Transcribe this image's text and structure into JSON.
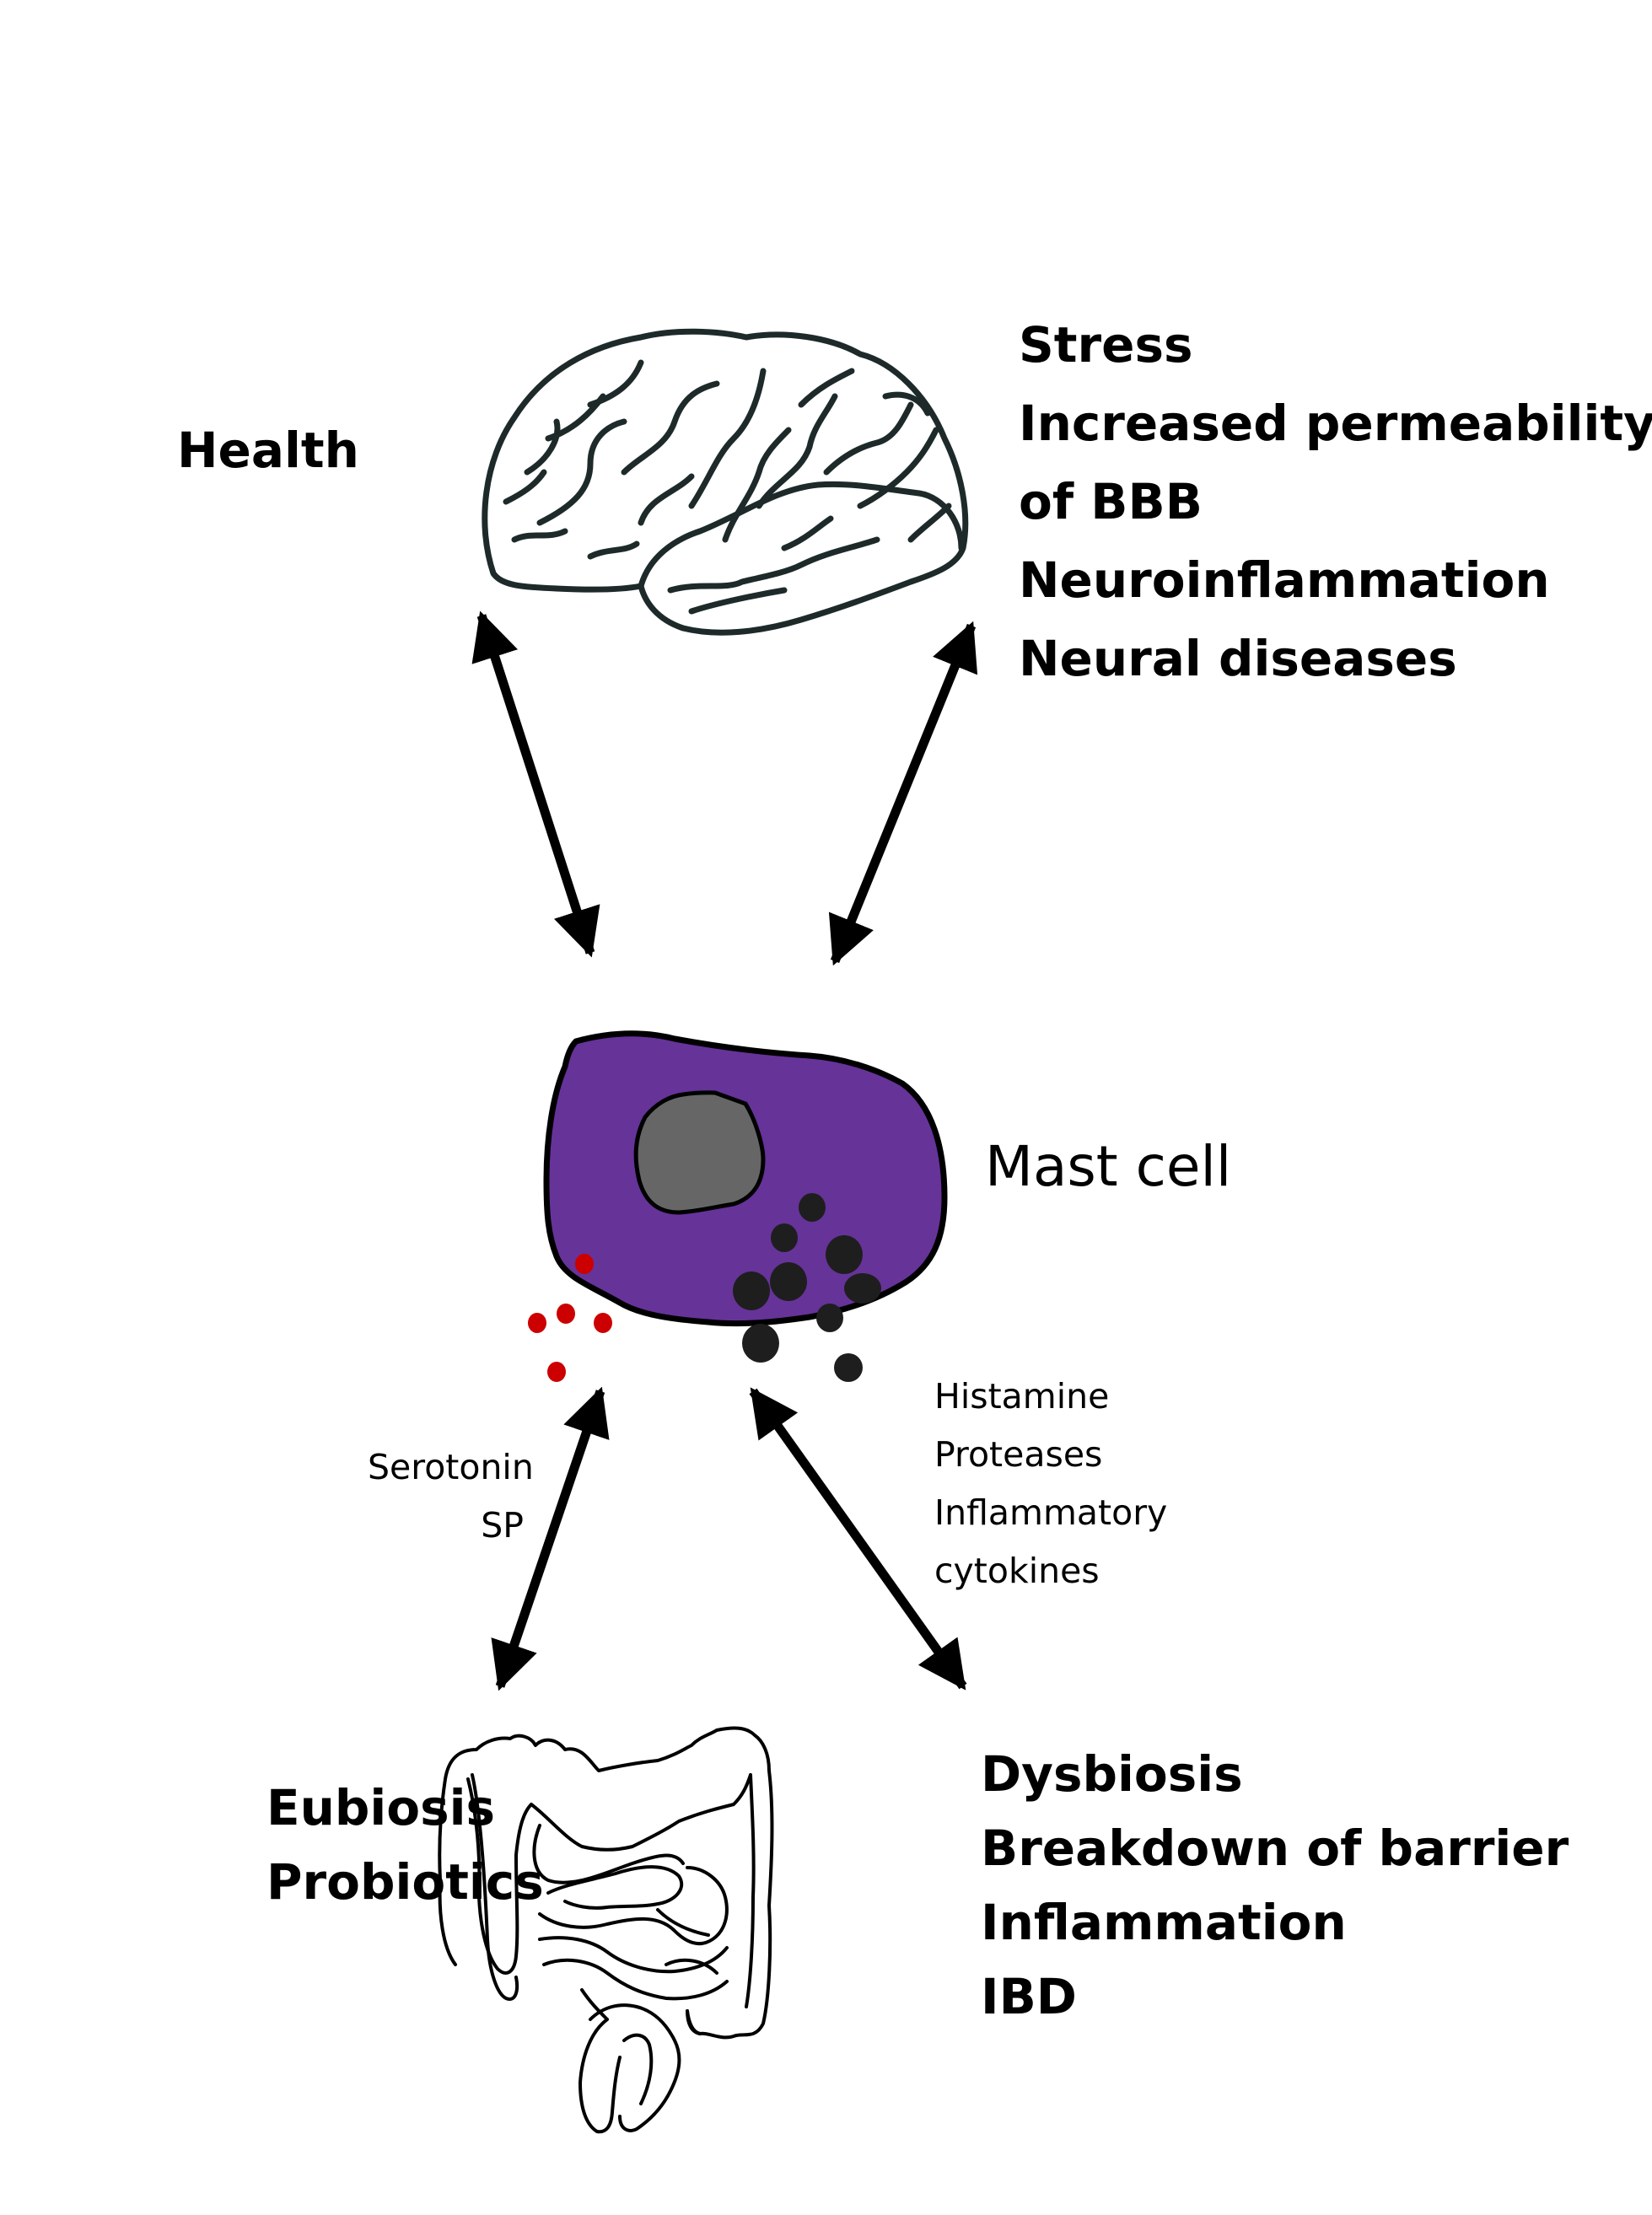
{
  "figure": {
    "title": "Mast cell in the gut-brain axis",
    "colors": {
      "mast_cell_fill": "#663399",
      "nucleus_fill": "#666666",
      "granule_fill": "#1e1e1e",
      "serotonin_granule_fill": "#cc0000",
      "outline": "#000000",
      "sketch_outline": "#1e2a2a",
      "background": "#ffffff"
    }
  },
  "nodes": {
    "brain": {
      "icon": "brain-icon"
    },
    "mast_cell": {
      "icon": "mast-cell-icon",
      "label": "Mast cell"
    },
    "gut": {
      "icon": "intestines-icon"
    }
  },
  "labels": {
    "brain_left": {
      "lines": [
        "Health"
      ]
    },
    "brain_right": {
      "lines": [
        "Stress",
        "Increased permeability",
        "of BBB",
        "Neuroinflammation",
        "Neural diseases"
      ]
    },
    "mediators_left": {
      "lines": [
        "Serotonin",
        "SP"
      ]
    },
    "mediators_right": {
      "lines": [
        "Histamine",
        "Proteases",
        "Inflammatory",
        "cytokines"
      ]
    },
    "gut_left": {
      "lines": [
        "Eubiosis",
        "Probiotics"
      ]
    },
    "gut_right": {
      "lines": [
        "Dysbiosis",
        "Breakdown of barrier",
        "Inflammation",
        "IBD"
      ]
    }
  },
  "arrows": [
    {
      "name": "brain-left-to-mast-cell",
      "from": "brain",
      "to": "mast_cell",
      "bidirectional": true,
      "side": "left"
    },
    {
      "name": "brain-right-to-mast-cell",
      "from": "brain",
      "to": "mast_cell",
      "bidirectional": true,
      "side": "right"
    },
    {
      "name": "mast-cell-to-gut-left",
      "from": "mast_cell",
      "to": "gut",
      "bidirectional": true,
      "side": "left"
    },
    {
      "name": "mast-cell-to-gut-right",
      "from": "mast_cell",
      "to": "gut",
      "bidirectional": true,
      "side": "right"
    }
  ]
}
